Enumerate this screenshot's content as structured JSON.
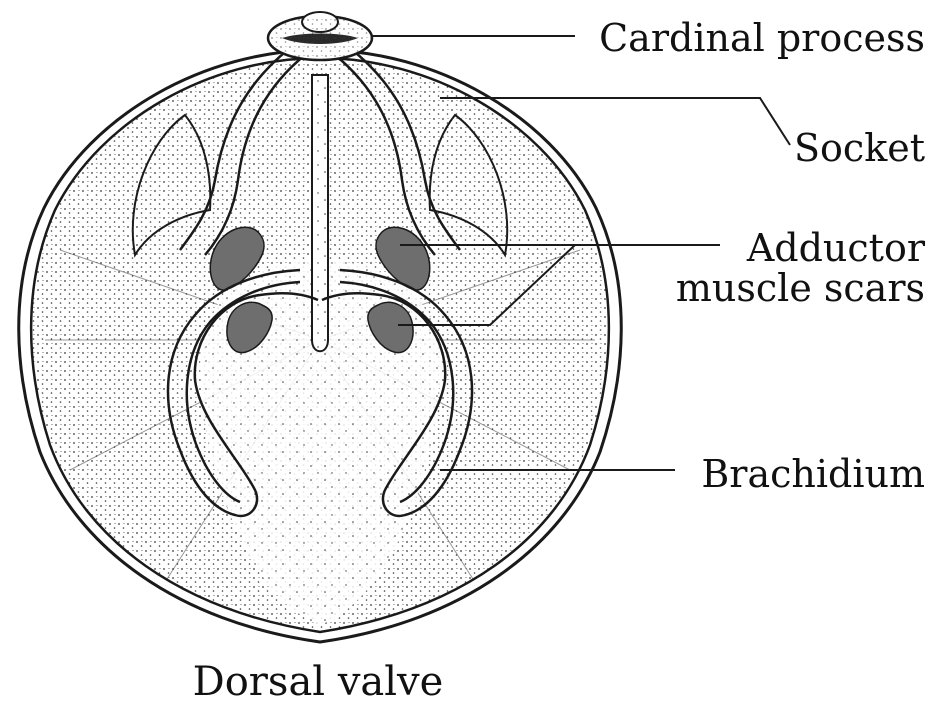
{
  "diagram": {
    "labels": {
      "cardinal_process": "Cardinal process",
      "socket": "Socket",
      "adductor_line1": "Adductor",
      "adductor_line2": "muscle scars",
      "brachidium": "Brachidium"
    },
    "caption": "Dorsal valve",
    "colors": {
      "outline": "#1a1a1a",
      "stipple": "#3a3a3a",
      "muscle_scar": "#6e6e6e",
      "background": "#ffffff"
    }
  }
}
